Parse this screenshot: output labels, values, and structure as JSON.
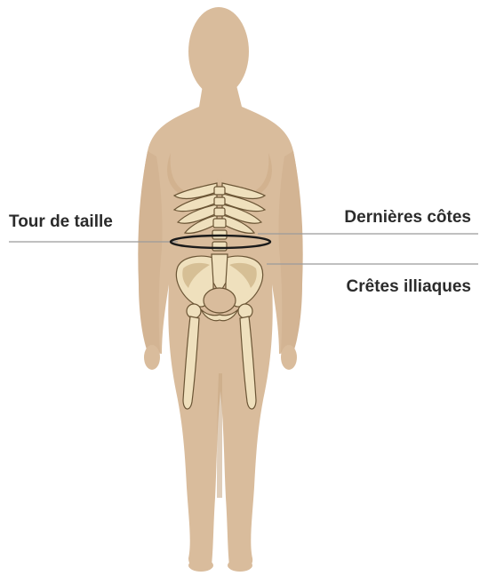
{
  "labels": {
    "waist": "Tour de taille",
    "last_ribs": "Dernières côtes",
    "iliac_crests": "Crêtes illiaques"
  },
  "colors": {
    "skin": "#d9bc9c",
    "skin_shadow": "#c9a883",
    "bone": "#efe0bd",
    "bone_outline": "#6b5535",
    "bone_shade": "#c4a97a",
    "pointer_line": "#9a9a9a",
    "waist_ring": "#1a1a1a",
    "text": "#2b2b2b"
  },
  "icons": {
    "figure": "female-body-silhouette-icon",
    "skeleton": "skeleton-torso-pelvis-icon"
  }
}
